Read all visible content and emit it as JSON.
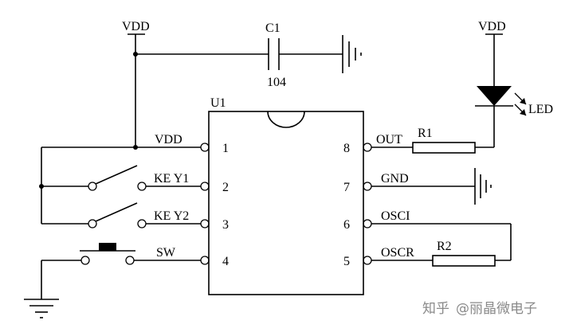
{
  "labels": {
    "vdd_left": "VDD",
    "vdd_right": "VDD",
    "c1": "C1",
    "c1_value": "104",
    "u1": "U1",
    "led": "LED",
    "r1": "R1",
    "r2": "R2"
  },
  "pins": [
    {
      "num": "1",
      "name": "VDD"
    },
    {
      "num": "2",
      "name": "KE Y1"
    },
    {
      "num": "3",
      "name": "KE Y2"
    },
    {
      "num": "4",
      "name": "SW"
    },
    {
      "num": "8",
      "name": "OUT"
    },
    {
      "num": "7",
      "name": "GND"
    },
    {
      "num": "6",
      "name": "OSCI"
    },
    {
      "num": "5",
      "name": "OSCR"
    }
  ],
  "watermark": {
    "site": "知乎",
    "author": "@丽晶微电子"
  },
  "colors": {
    "ink": "#000000",
    "watermark": "#8a8a8a",
    "background": "#ffffff"
  }
}
